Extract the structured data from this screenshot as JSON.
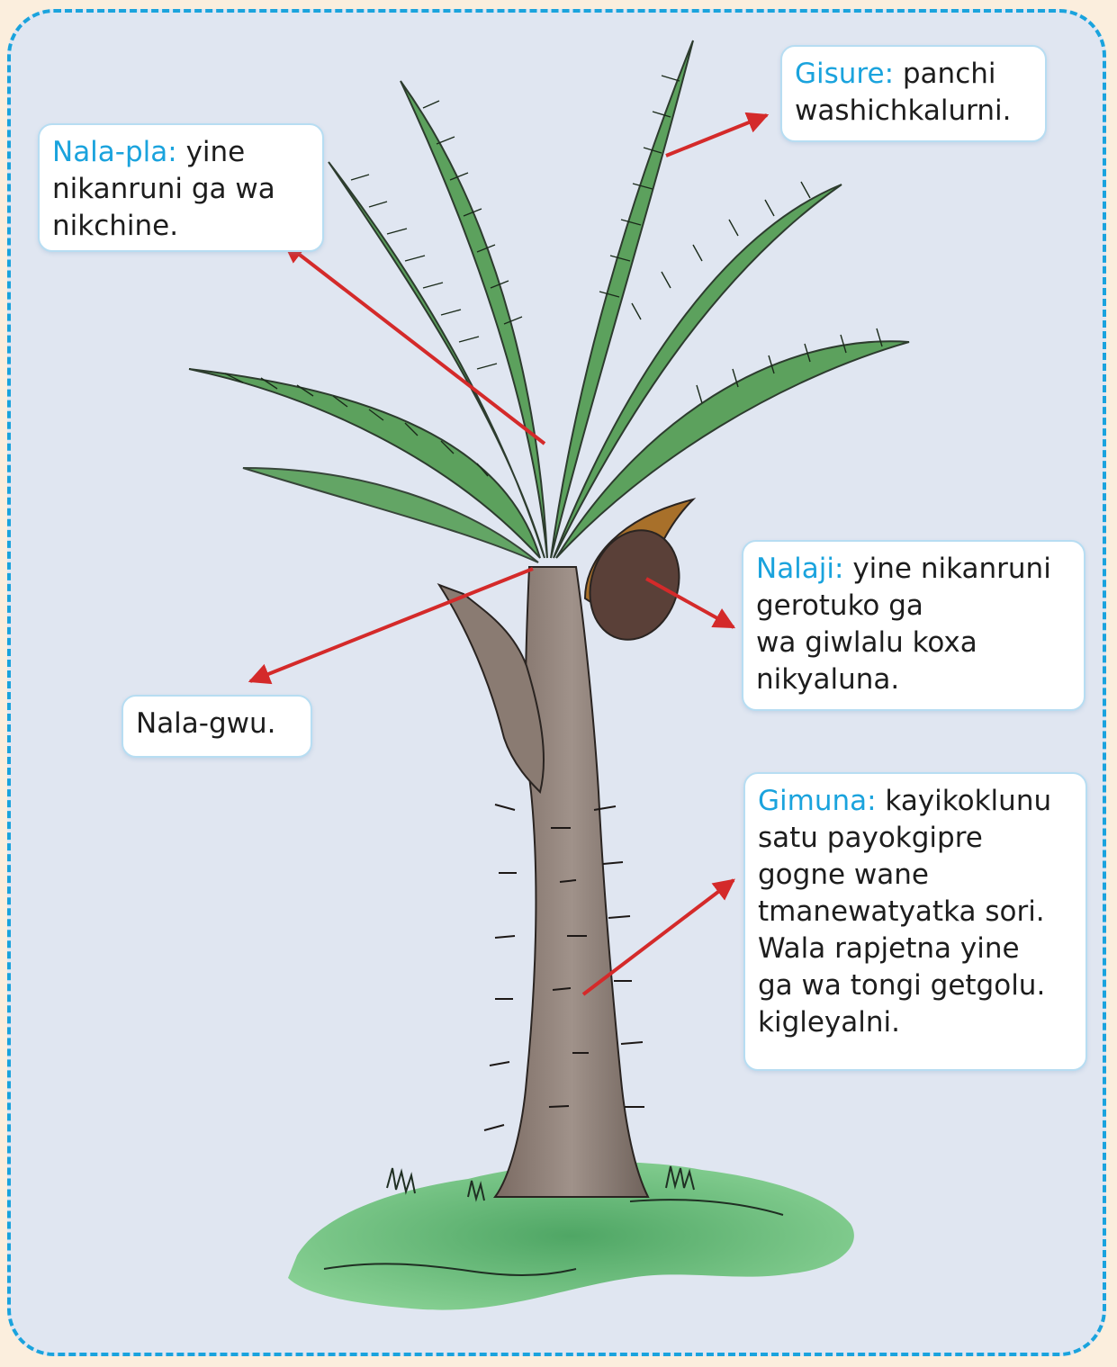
{
  "colors": {
    "border": "#1aa3dd",
    "background": "#e0e6f1",
    "term": "#1aa3dd",
    "arrow": "#d42a2a",
    "leaf": "#3f8f49",
    "trunk": "#8f827a",
    "grass": "#4fb266"
  },
  "labels": {
    "gisure": {
      "term": "Gisure:",
      "line1": " panchi",
      "line2": "washichkalurni."
    },
    "nala_pla": {
      "term": "Nala-pla:",
      "line1": " yine",
      "line2": "nikanruni ga wa",
      "line3": "nikchine."
    },
    "nalaji": {
      "term": "Nalaji:",
      "line1": " yine nikanruni",
      "line2": "gerotuko ga",
      "line3": "wa giwlalu koxa",
      "line4": "nikyaluna."
    },
    "nala_gwu": {
      "text": "Nala-gwu."
    },
    "gimuna": {
      "term": "Gimuna:",
      "line1": " kayikoklunu",
      "line2": "satu payokgipre",
      "line3": "gogne wane",
      "line4": "tmanewatyatka sori.",
      "line5": "Wala rapjetna yine",
      "line6": "ga wa tongi getgolu.",
      "line7": "kigleyalni."
    }
  }
}
